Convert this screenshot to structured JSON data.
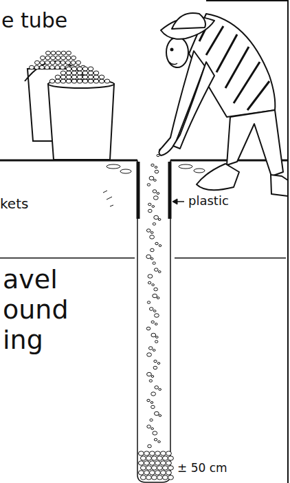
{
  "diagram": {
    "title": "e tube",
    "labels": [
      "kets",
      "plastic",
      "avel ound ing",
      "± 50 cm"
    ]
  }
}
